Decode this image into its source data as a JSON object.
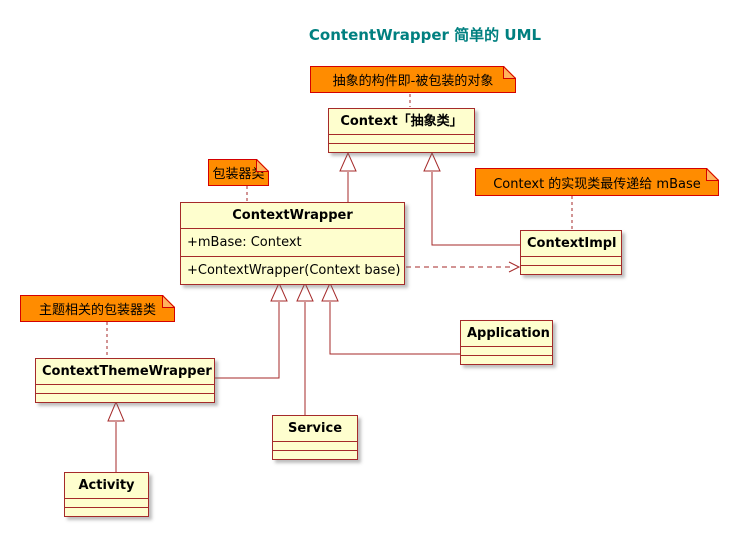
{
  "title": "ContentWrapper 简单的 UML",
  "colors": {
    "title_text": "#008080",
    "class_fill": "#FEFECE",
    "class_border": "#A52A2A",
    "note_fill": "#FF8C00",
    "note_border": "#D40000",
    "connector": "#A52A2A",
    "background": "#FFFFFF"
  },
  "notes": {
    "abstract": {
      "text": "抽象的构件即-被包装的对象"
    },
    "wrapper": {
      "text": "包装器类"
    },
    "impl": {
      "text": "Context 的实现类最传递给 mBase"
    },
    "theme": {
      "text": "主题相关的包装器类"
    }
  },
  "classes": {
    "context": {
      "name": "Context「抽象类」"
    },
    "contextWrapper": {
      "name": "ContextWrapper",
      "attributes": [
        "+mBase: Context"
      ],
      "methods": [
        "+ContextWrapper(Context base)"
      ]
    },
    "contextImpl": {
      "name": "ContextImpl"
    },
    "application": {
      "name": "Application"
    },
    "contextThemeWrapper": {
      "name": "ContextThemeWrapper"
    },
    "service": {
      "name": "Service"
    },
    "activity": {
      "name": "Activity"
    }
  },
  "relationships": [
    {
      "type": "generalization",
      "from": "ContextWrapper",
      "to": "Context「抽象类」"
    },
    {
      "type": "generalization",
      "from": "ContextImpl",
      "to": "Context「抽象类」"
    },
    {
      "type": "generalization",
      "from": "ContextThemeWrapper",
      "to": "ContextWrapper"
    },
    {
      "type": "generalization",
      "from": "Service",
      "to": "ContextWrapper"
    },
    {
      "type": "generalization",
      "from": "Application",
      "to": "ContextWrapper"
    },
    {
      "type": "generalization",
      "from": "Activity",
      "to": "ContextThemeWrapper"
    },
    {
      "type": "dependency-dashed",
      "from": "ContextWrapper",
      "to": "ContextImpl"
    },
    {
      "type": "note-anchor",
      "from": "抽象的构件即-被包装的对象",
      "to": "Context「抽象类」"
    },
    {
      "type": "note-anchor",
      "from": "包装器类",
      "to": "ContextWrapper"
    },
    {
      "type": "note-anchor",
      "from": "Context 的实现类最传递给 mBase",
      "to": "ContextImpl"
    },
    {
      "type": "note-anchor",
      "from": "主题相关的包装器类",
      "to": "ContextThemeWrapper"
    }
  ]
}
